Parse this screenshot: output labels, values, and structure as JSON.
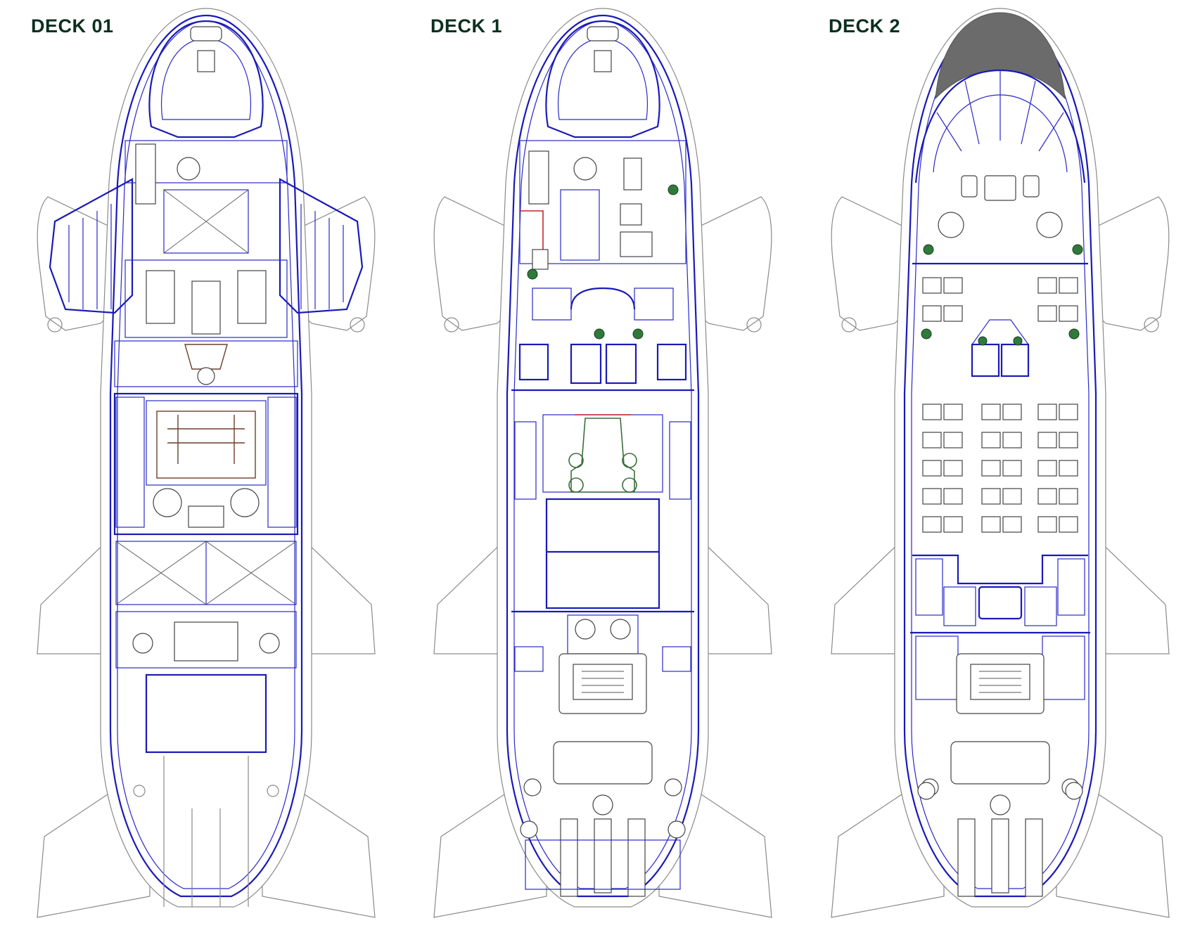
{
  "decks": [
    {
      "label": "DECK 01"
    },
    {
      "label": "DECK 1"
    },
    {
      "label": "DECK 2"
    }
  ],
  "colors": {
    "label_text": "#0c2f1f",
    "hull_outline": "#8a8a8a",
    "deck_structure": "#1a1ab8",
    "equipment": "#444444",
    "plants": "#2f7a3a",
    "accent_red": "#c0272d",
    "dome": "#6b6b6b"
  }
}
